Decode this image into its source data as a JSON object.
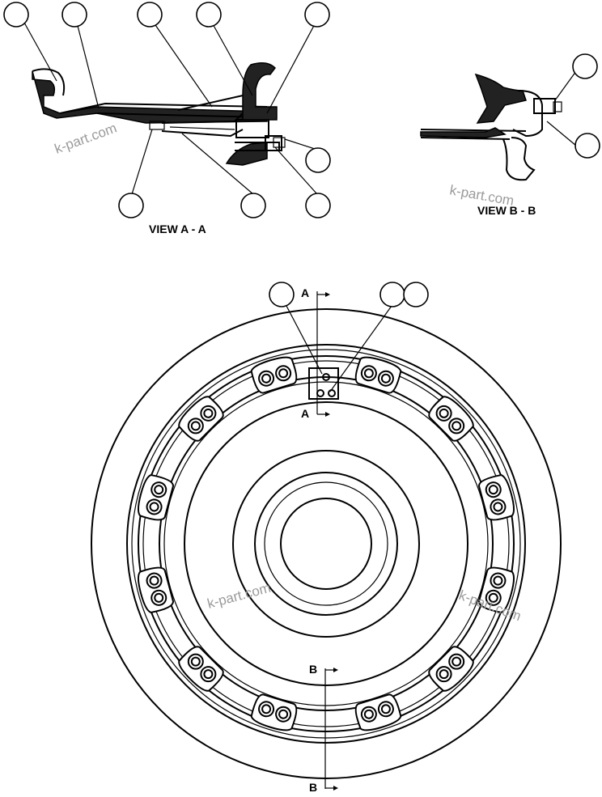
{
  "views": {
    "view_a": "VIEW A - A",
    "view_b": "VIEW B - B"
  },
  "section_marks": {
    "a_top": "A",
    "a_bottom": "A",
    "b_top": "B",
    "b_bottom": "B"
  },
  "watermark": "k-part.com"
}
